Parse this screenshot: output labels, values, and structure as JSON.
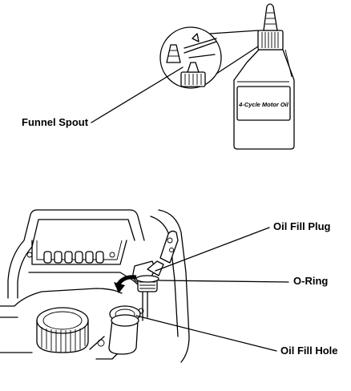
{
  "callouts": {
    "funnel_spout": "Funnel Spout",
    "oil_fill_plug": "Oil Fill Plug",
    "o_ring": "O-Ring",
    "oil_fill_hole": "Oil Fill Hole"
  },
  "bottle": {
    "label": "4-Cycle Motor Oil"
  },
  "colors": {
    "ink": "#000000",
    "background": "#ffffff"
  }
}
